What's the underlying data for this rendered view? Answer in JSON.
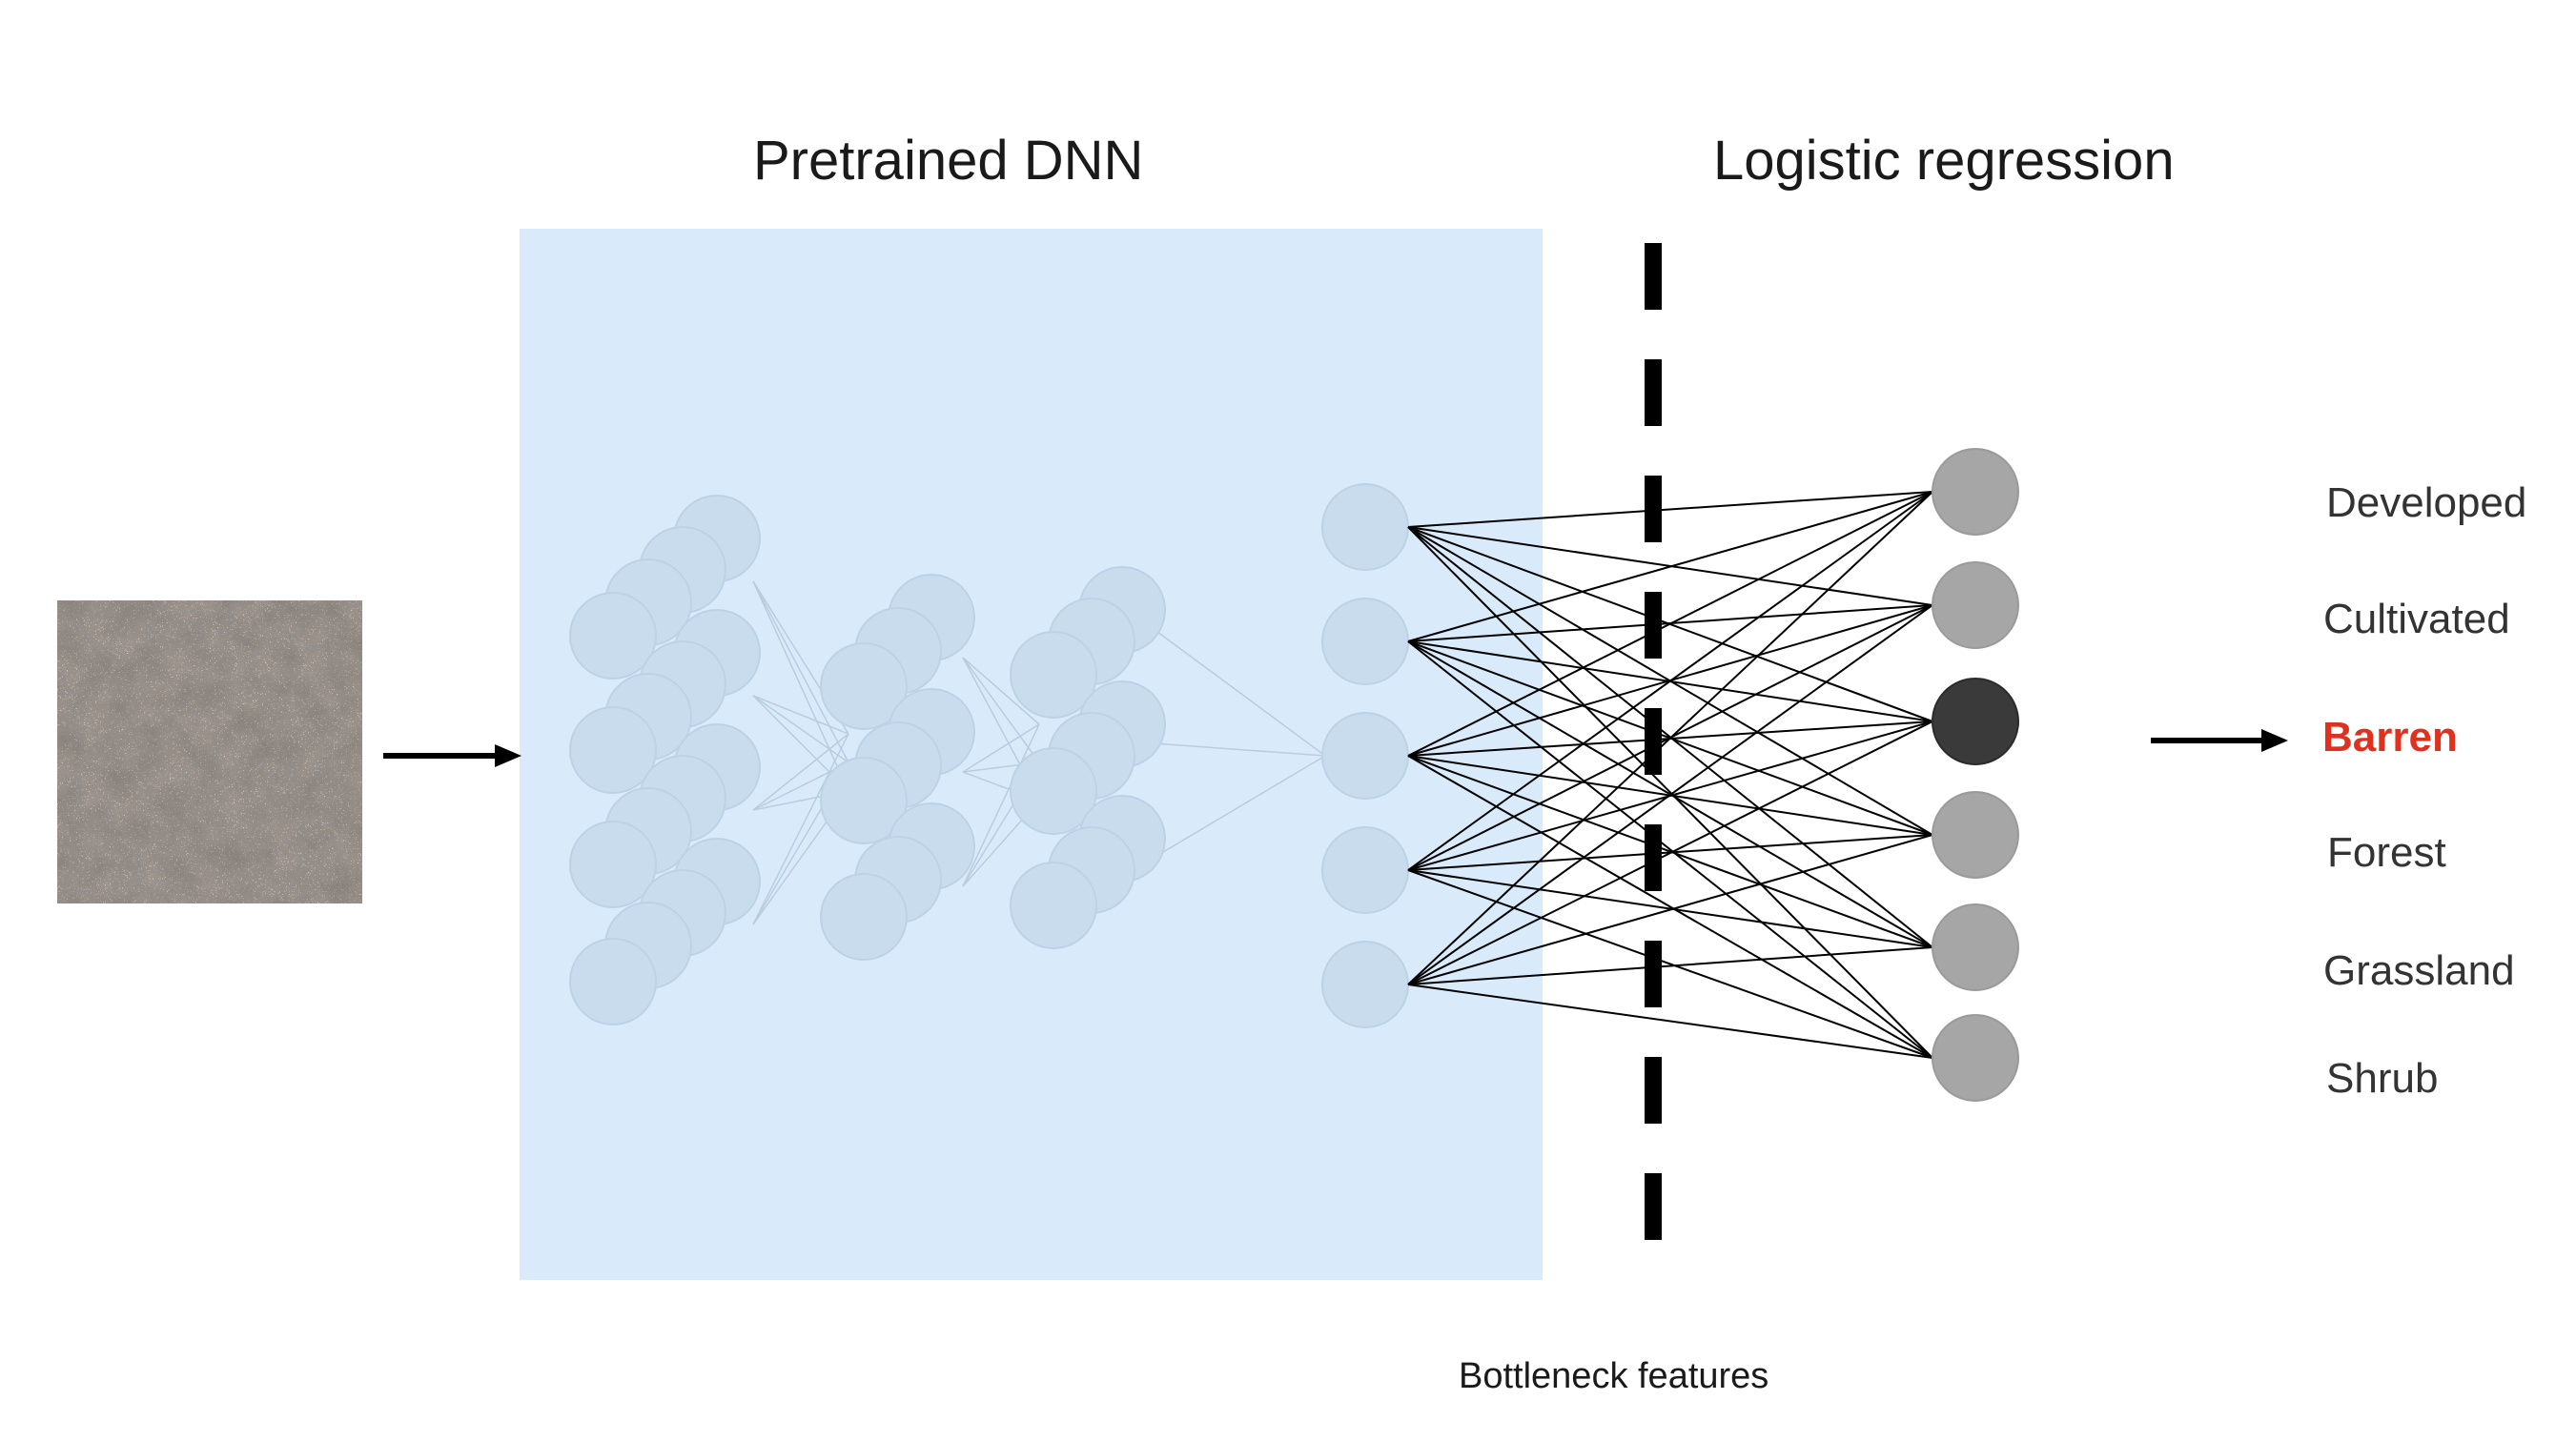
{
  "titles": {
    "pretrained": "Pretrained DNN",
    "logistic": "Logistic regression"
  },
  "bottleneck_caption": "Bottleneck features",
  "classes": [
    {
      "label": "Developed",
      "selected": false
    },
    {
      "label": "Cultivated",
      "selected": false
    },
    {
      "label": "Barren",
      "selected": true
    },
    {
      "label": "Forest",
      "selected": false
    },
    {
      "label": "Grassland",
      "selected": false
    },
    {
      "label": "Shrub",
      "selected": false
    }
  ],
  "colors": {
    "dnn_box": "#d9eafb",
    "dnn_node": "#c9dced",
    "output_node": "#a6a6a6",
    "selected_node": "#3a3a3a",
    "selected_text": "#e0311f",
    "input_texture": "#8d837a"
  },
  "icons": {
    "input_image": "barren-terrain-image",
    "arrow": "right-arrow-icon"
  }
}
